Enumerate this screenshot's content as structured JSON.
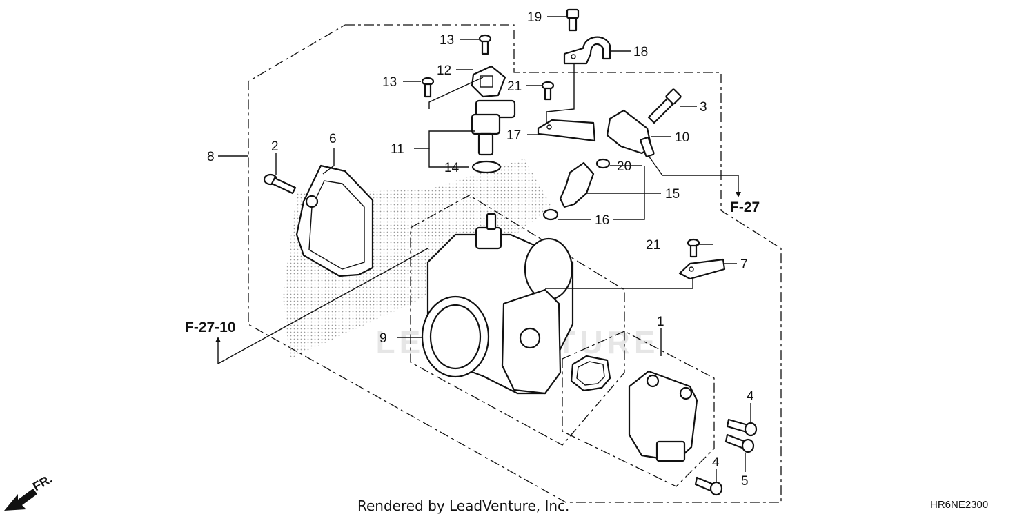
{
  "diagram": {
    "callouts": {
      "c1": "1",
      "c2": "2",
      "c3": "3",
      "c4a": "4",
      "c4b": "4",
      "c5": "5",
      "c6": "6",
      "c7": "7",
      "c8": "8",
      "c9": "9",
      "c10": "10",
      "c11": "11",
      "c12": "12",
      "c13a": "13",
      "c13b": "13",
      "c14": "14",
      "c15": "15",
      "c16": "16",
      "c17": "17",
      "c18": "18",
      "c19": "19",
      "c20": "20",
      "c21a": "21",
      "c21b": "21"
    },
    "references": {
      "f27": "F-27",
      "f2710": "F-27-10"
    },
    "direction_label": "FR.",
    "watermark": "LEADVENTURE",
    "footer": "Rendered by LeadVenture, Inc.",
    "diagram_code": "HR6NE2300"
  }
}
